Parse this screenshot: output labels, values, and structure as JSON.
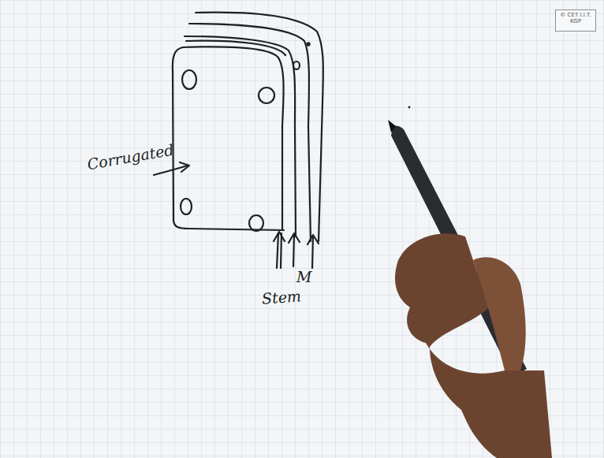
{
  "diagram": {
    "nodes": [
      {
        "text": [
          "© CET I.I.T. KGP"
        ]
      }
    ],
    "labels": [
      "Corrugated",
      "Stem",
      "M"
    ]
  }
}
